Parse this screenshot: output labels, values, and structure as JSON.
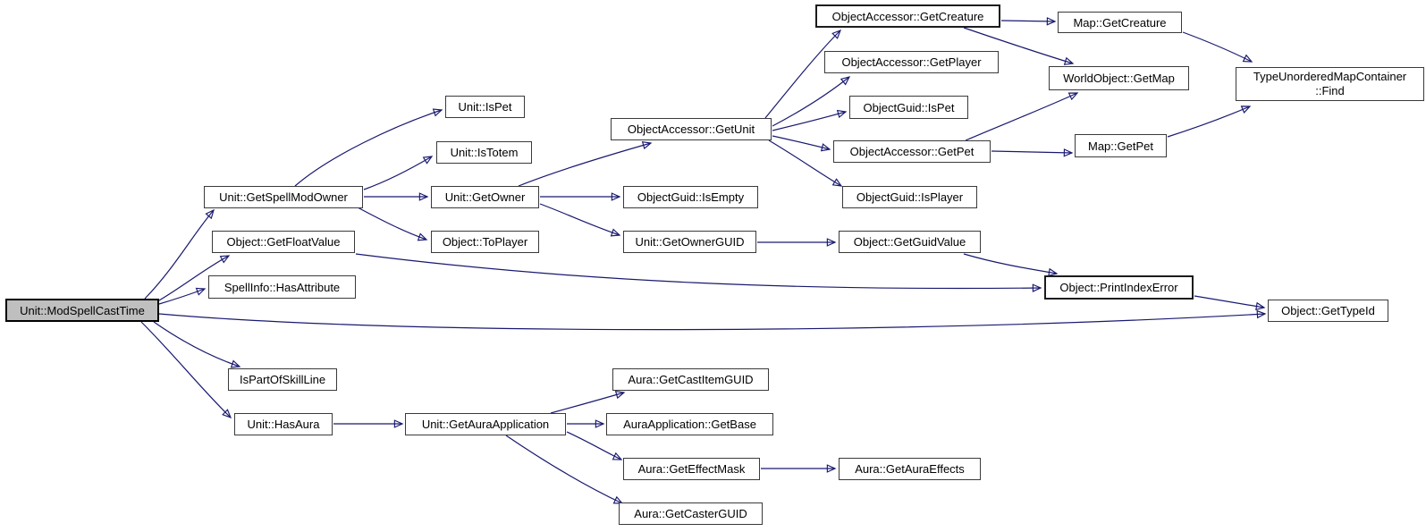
{
  "diagram": {
    "kind": "doxygen-call-graph",
    "background_color": "#ffffff",
    "edge_color": "#191970",
    "node_fill": "#ffffff",
    "node_border": "#3a3a3a",
    "root_fill": "#bfbfbf"
  },
  "nodes": {
    "root": {
      "label": "Unit::ModSpellCastTime"
    },
    "gsmo": {
      "label": "Unit::GetSpellModOwner"
    },
    "gfv": {
      "label": "Object::GetFloatValue"
    },
    "hattr": {
      "label": "SpellInfo::HasAttribute"
    },
    "ipsl": {
      "label": "IsPartOfSkillLine"
    },
    "haura": {
      "label": "Unit::HasAura"
    },
    "uispet": {
      "label": "Unit::IsPet"
    },
    "uistotem": {
      "label": "Unit::IsTotem"
    },
    "gowner": {
      "label": "Unit::GetOwner"
    },
    "toplayer": {
      "label": "Object::ToPlayer"
    },
    "gaa": {
      "label": "Unit::GetAuraApplication"
    },
    "gunit": {
      "label": "ObjectAccessor::GetUnit"
    },
    "isempty": {
      "label": "ObjectGuid::IsEmpty"
    },
    "gog": {
      "label": "Unit::GetOwnerGUID"
    },
    "gcig": {
      "label": "Aura::GetCastItemGUID"
    },
    "gbase": {
      "label": "AuraApplication::GetBase"
    },
    "gem": {
      "label": "Aura::GetEffectMask"
    },
    "gcg": {
      "label": "Aura::GetCasterGUID"
    },
    "gcre": {
      "label": "ObjectAccessor::GetCreature"
    },
    "gplayer": {
      "label": "ObjectAccessor::GetPlayer"
    },
    "ogispet": {
      "label": "ObjectGuid::IsPet"
    },
    "oagpet": {
      "label": "ObjectAccessor::GetPet"
    },
    "isplayer": {
      "label": "ObjectGuid::IsPlayer"
    },
    "ggv": {
      "label": "Object::GetGuidValue"
    },
    "gae": {
      "label": "Aura::GetAuraEffects"
    },
    "mapgcre": {
      "label": "Map::GetCreature"
    },
    "wogm": {
      "label": "WorldObject::GetMap"
    },
    "mapgpet": {
      "label": "Map::GetPet"
    },
    "pie": {
      "label": "Object::PrintIndexError"
    },
    "find": {
      "label": "TypeUnorderedMapContainer",
      "label2": "::Find"
    },
    "gtid": {
      "label": "Object::GetTypeId"
    }
  },
  "edges": [
    {
      "from": "root",
      "to": "gsmo"
    },
    {
      "from": "root",
      "to": "gfv"
    },
    {
      "from": "root",
      "to": "hattr"
    },
    {
      "from": "root",
      "to": "gtid"
    },
    {
      "from": "root",
      "to": "ipsl"
    },
    {
      "from": "root",
      "to": "haura"
    },
    {
      "from": "gsmo",
      "to": "uispet"
    },
    {
      "from": "gsmo",
      "to": "uistotem"
    },
    {
      "from": "gsmo",
      "to": "gowner"
    },
    {
      "from": "gsmo",
      "to": "toplayer"
    },
    {
      "from": "gowner",
      "to": "gunit"
    },
    {
      "from": "gowner",
      "to": "isempty"
    },
    {
      "from": "gowner",
      "to": "gog"
    },
    {
      "from": "gog",
      "to": "ggv"
    },
    {
      "from": "ggv",
      "to": "pie"
    },
    {
      "from": "gfv",
      "to": "pie"
    },
    {
      "from": "pie",
      "to": "gtid"
    },
    {
      "from": "gunit",
      "to": "gcre"
    },
    {
      "from": "gunit",
      "to": "gplayer"
    },
    {
      "from": "gunit",
      "to": "ogispet"
    },
    {
      "from": "gunit",
      "to": "oagpet"
    },
    {
      "from": "gunit",
      "to": "isplayer"
    },
    {
      "from": "gcre",
      "to": "mapgcre"
    },
    {
      "from": "gcre",
      "to": "wogm"
    },
    {
      "from": "mapgcre",
      "to": "find"
    },
    {
      "from": "oagpet",
      "to": "wogm"
    },
    {
      "from": "oagpet",
      "to": "mapgpet"
    },
    {
      "from": "mapgpet",
      "to": "find"
    },
    {
      "from": "haura",
      "to": "gaa"
    },
    {
      "from": "gaa",
      "to": "gcig"
    },
    {
      "from": "gaa",
      "to": "gbase"
    },
    {
      "from": "gaa",
      "to": "gem"
    },
    {
      "from": "gaa",
      "to": "gcg"
    },
    {
      "from": "gem",
      "to": "gae"
    }
  ]
}
